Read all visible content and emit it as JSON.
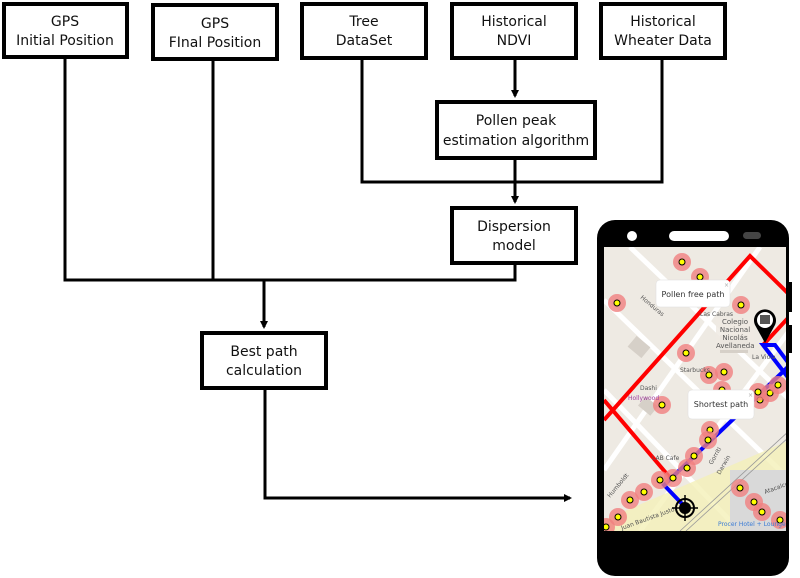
{
  "boxes": {
    "gps_initial": [
      "GPS",
      "Initial Position"
    ],
    "gps_final": [
      "GPS",
      "FInal Position"
    ],
    "tree": [
      "Tree",
      "DataSet"
    ],
    "ndvi": [
      "Historical",
      "NDVI"
    ],
    "weather": [
      "Historical",
      "Wheater Data"
    ],
    "pollen": [
      "Pollen peak",
      "estimation algorithm"
    ],
    "dispersion": [
      "Dispersion",
      "model"
    ],
    "best_path": [
      "Best path",
      "calculation"
    ]
  },
  "phone": {
    "popup_pollen_free": "Pollen free path",
    "popup_shortest": "Shortest path",
    "map_labels": [
      "Honduras",
      "Las Cabras",
      "Colegio Nacional Nicolás Avellaneda",
      "La Viola",
      "Starbucks",
      "Dashi",
      "Hollywood",
      "LAB Cafe",
      "Humboldt",
      "Gorriti",
      "Darwin",
      "Atacalco",
      "Procer Hotel + Lounge",
      "Juan Bautista Justo"
    ],
    "colors": {
      "pollen_free": "#ff0000",
      "shortest": "#0000ff",
      "pollen_marker": "#f08080",
      "marker_dot": "#ffff00"
    }
  }
}
